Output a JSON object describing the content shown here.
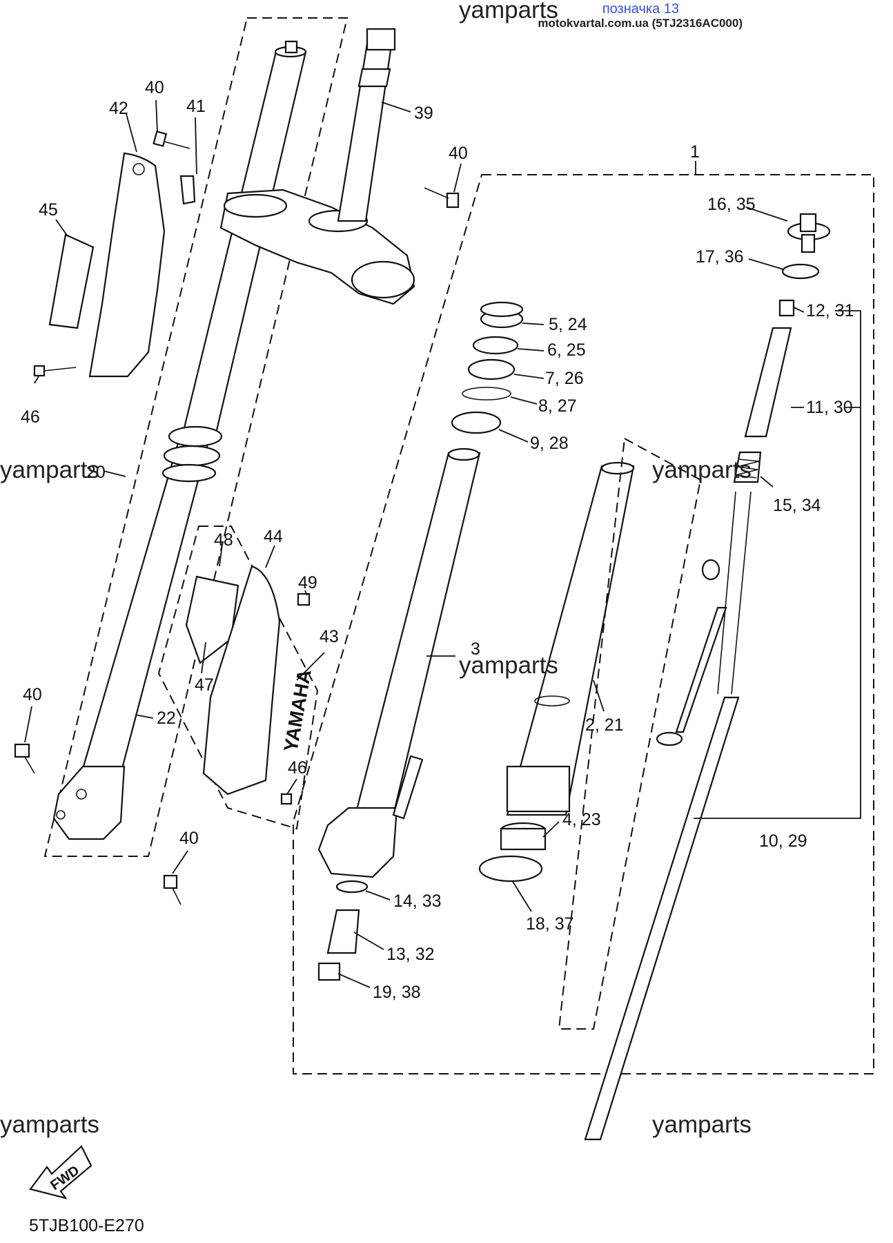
{
  "header": {
    "title": "позначка 13",
    "source": "motokvartal.com.ua (5TJ2316AC000)"
  },
  "watermarks": [
    "yamparts",
    "yamparts",
    "yamparts",
    "yamparts",
    "yamparts",
    "yamparts"
  ],
  "brand_text": "YAMAHA",
  "fwd_label": "FWD",
  "diagram_ref": "5TJB100-E270",
  "callouts": [
    "1",
    "2, 21",
    "3",
    "4, 23",
    "5, 24",
    "6, 25",
    "7, 26",
    "8, 27",
    "9, 28",
    "10, 29",
    "11, 30",
    "12, 31",
    "13, 32",
    "14, 33",
    "15, 34",
    "16, 35",
    "17, 36",
    "18, 37",
    "19, 38",
    "20",
    "22",
    "39",
    "40",
    "40",
    "40",
    "40",
    "41",
    "42",
    "43",
    "44",
    "45",
    "46",
    "46",
    "47",
    "48",
    "49"
  ]
}
